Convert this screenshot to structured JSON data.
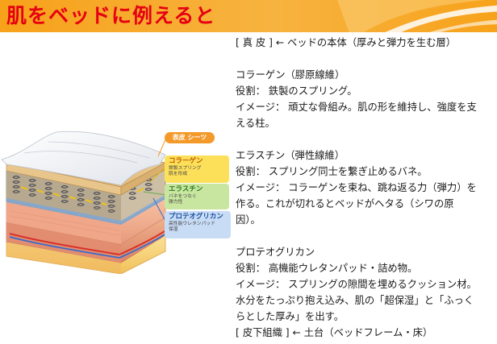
{
  "banner": {
    "title": "肌をベッドに例えると",
    "colors": {
      "background": "#f7a21a",
      "title": "#e60012"
    }
  },
  "illustration": {
    "tags": {
      "surface": "表皮 シーツ",
      "collagen": {
        "title": "コラーゲン",
        "sub1": "鉄製スプリング",
        "sub2": "肌を形成"
      },
      "elastin": {
        "title": "エラスチン",
        "sub1": "バネをつなぐ",
        "sub2": "弾力性"
      },
      "proteoglycan": {
        "title": "プロテオグリカン",
        "sub1": "高性能ウレタンパッド",
        "sub2": "保湿"
      }
    }
  },
  "text": {
    "dermis": "[ 真 皮 ] ← ベッドの本体（厚みと弾力を生む層）",
    "collagen_heading": "コラーゲン（膠原線維）",
    "collagen_role": "役割： 鉄製のスプリング。",
    "collagen_image_1": "イメージ： 頑丈な骨組み。肌の形を維持し、強度を支",
    "collagen_image_2": "える柱。",
    "elastin_heading": "エラスチン（弾性線維）",
    "elastin_role": "役割： スプリング同士を繋ぎ止めるバネ。",
    "elastin_image_1": "イメージ： コラーゲンを束ね、跳ね返る力（弾力）を",
    "elastin_image_2": "作る。これが切れるとベッドがヘタる（シワの原",
    "elastin_image_3": "因）。",
    "proteo_heading": "プロテオグリカン",
    "proteo_role": "役割： 高機能ウレタンパッド・詰め物。",
    "proteo_image_1": "イメージ： スプリングの隙間を埋めるクッション材。",
    "proteo_image_2": "水分をたっぷり抱え込み、肌の「超保湿」と「ふっく",
    "proteo_image_3": "らとした厚み」を出す。",
    "subcutis": "[ 皮下組織 ] ← 土台（ベッドフレーム・床）"
  }
}
